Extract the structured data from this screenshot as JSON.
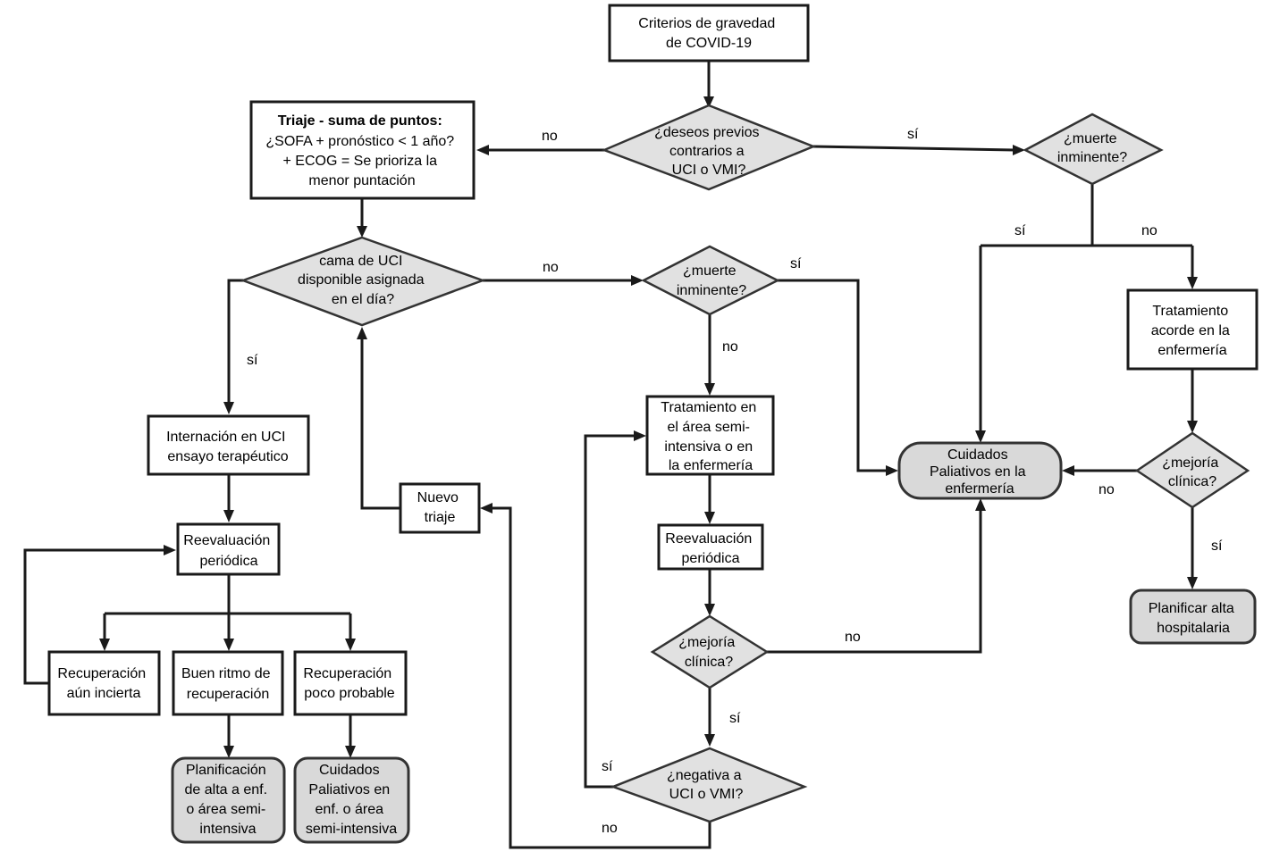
{
  "nodes": {
    "criterios": [
      "Criterios de gravedad",
      "de COVID-19"
    ],
    "triaje_title": "Triaje - suma de puntos:",
    "triaje": [
      "¿SOFA + pronóstico < 1 año?",
      "+ ECOG = Se prioriza la",
      "menor puntación"
    ],
    "deseos": [
      "¿deseos previos",
      "contrarios a",
      "UCI o VMI?"
    ],
    "muerte1": [
      "¿muerte",
      "inminente?"
    ],
    "cama": [
      "cama de UCI",
      "disponible asignada",
      "en el día?"
    ],
    "muerte2": [
      "¿muerte",
      "inminente?"
    ],
    "trat_enf": [
      "Tratamiento",
      "acorde en la",
      "enfermería"
    ],
    "internacion": [
      "Internación en UCI",
      "ensayo terapéutico"
    ],
    "trat_semi": [
      "Tratamiento en",
      "el área semi-",
      "intensiva o en",
      "la enfermería"
    ],
    "cuidados_pal": [
      "Cuidados",
      "Paliativos en la",
      "enfermería"
    ],
    "mejoria1": [
      "¿mejoría",
      "clínica?"
    ],
    "nuevo_triaje": [
      "Nuevo",
      "triaje"
    ],
    "reeval1": [
      "Reevaluación",
      "periódica"
    ],
    "reeval2": [
      "Reevaluación",
      "periódica"
    ],
    "planificar_alta": [
      "Planificar alta",
      "hospitalaria"
    ],
    "mejoria2": [
      "¿mejoría",
      "clínica?"
    ],
    "rec_incierta": [
      "Recuperación",
      "aún incierta"
    ],
    "buen_ritmo": [
      "Buen ritmo de",
      "recuperación"
    ],
    "rec_poco": [
      "Recuperación",
      "poco probable"
    ],
    "plan_alta_enf": [
      "Planificación",
      "de alta a enf.",
      "o área semi-",
      "intensiva"
    ],
    "cuid_pal_enf": [
      "Cuidados",
      "Paliativos en",
      "enf. o área",
      "semi-intensiva"
    ],
    "negativa": [
      "¿negativa a",
      "UCI o VMI?"
    ]
  },
  "edge_labels": {
    "deseos_no": "no",
    "deseos_si": "sí",
    "muerte1_si": "sí",
    "muerte1_no": "no",
    "cama_no": "no",
    "muerte2_si": "sí",
    "cama_si": "sí",
    "muerte2_no": "no",
    "mejoria1_no": "no",
    "mejoria1_si": "sí",
    "mejoria2_no": "no",
    "mejoria2_si": "sí",
    "negativa_si": "sí",
    "negativa_no": "no"
  }
}
